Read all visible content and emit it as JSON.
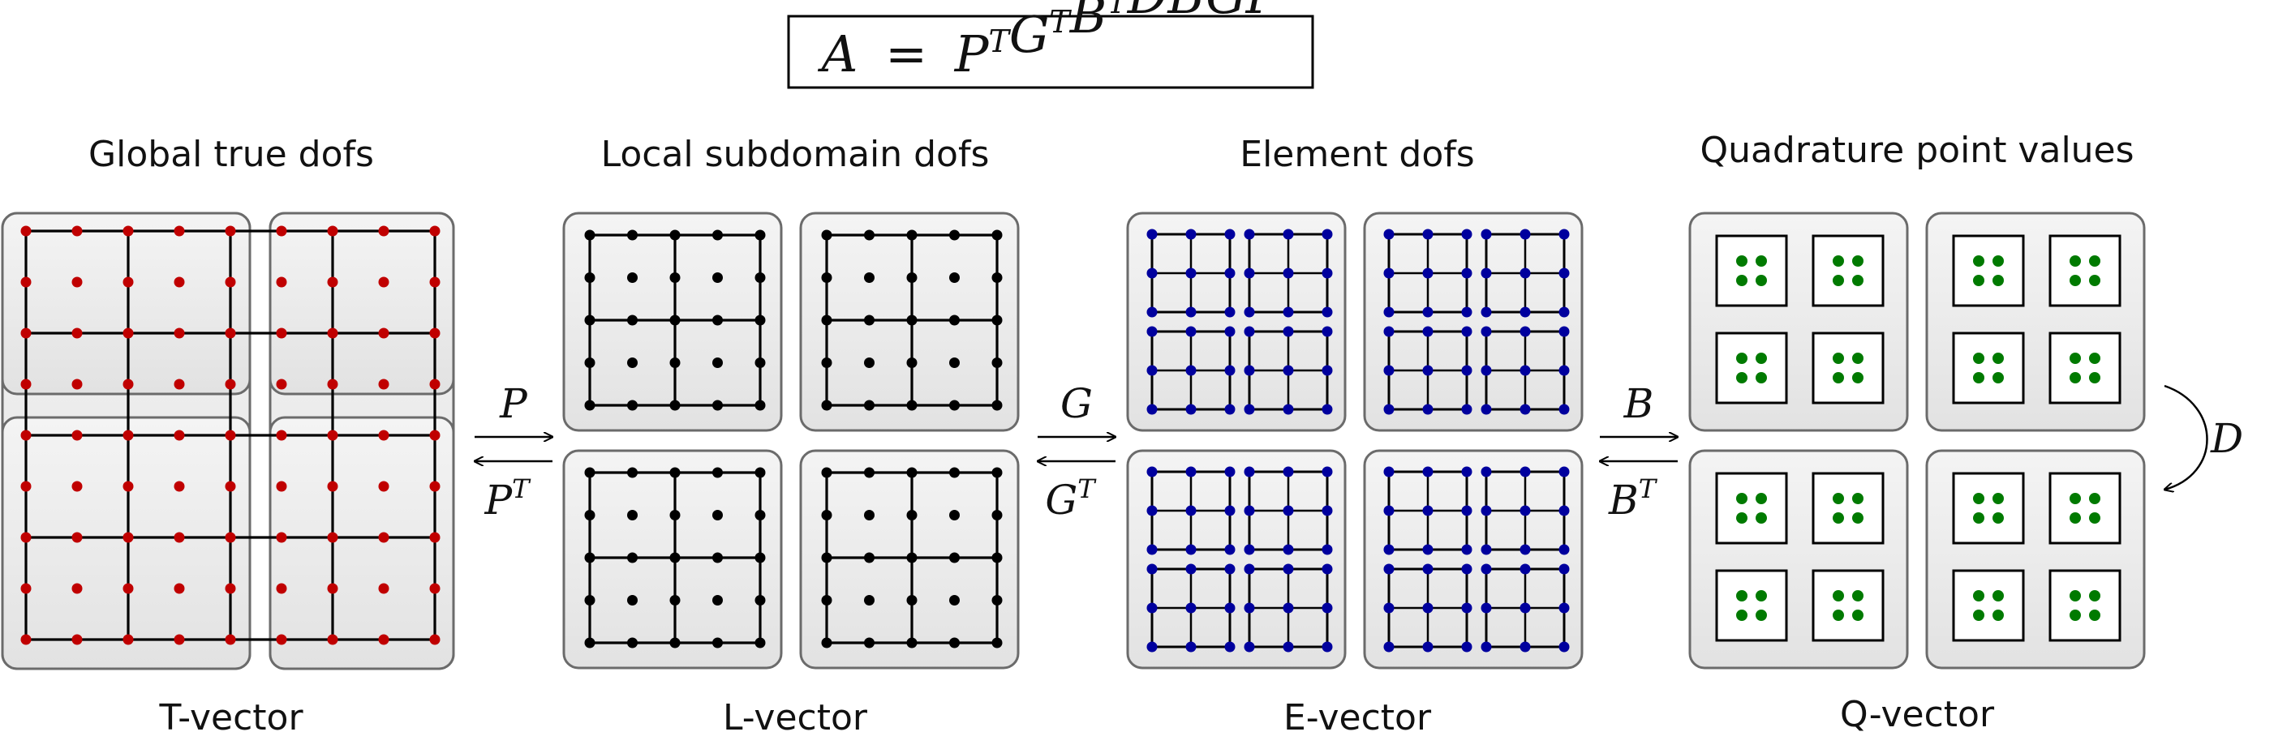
{
  "formula": {
    "lhs": "A",
    "eq": "=",
    "terms": [
      {
        "base": "P",
        "sup": "T"
      },
      {
        "base": "G",
        "sup": "T"
      },
      {
        "base": "B",
        "sup": "T"
      },
      {
        "base": "D",
        "sup": ""
      },
      {
        "base": "B",
        "sup": ""
      },
      {
        "base": "G",
        "sup": ""
      },
      {
        "base": "P",
        "sup": ""
      }
    ]
  },
  "sections": [
    {
      "id": "t",
      "title": "Global true dofs",
      "caption": "T-vector",
      "dot_color": "#c00000"
    },
    {
      "id": "l",
      "title": "Local subdomain dofs",
      "caption": "L-vector",
      "dot_color": "#000000"
    },
    {
      "id": "e",
      "title": "Element dofs",
      "caption": "E-vector",
      "dot_color": "#00009e"
    },
    {
      "id": "q",
      "title": "Quadrature point values",
      "caption": "Q-vector",
      "dot_color": "#007a00"
    }
  ],
  "operators": [
    {
      "forward": "P",
      "backward": "P",
      "backward_sup": "T"
    },
    {
      "forward": "G",
      "backward": "G",
      "backward_sup": "T"
    },
    {
      "forward": "B",
      "backward": "B",
      "backward_sup": "T"
    }
  ],
  "d_operator": "D",
  "colors": {
    "panel_fill_top": "#f4f4f4",
    "panel_fill_bottom": "#e2e2e2",
    "panel_stroke": "#6b6b6b"
  }
}
